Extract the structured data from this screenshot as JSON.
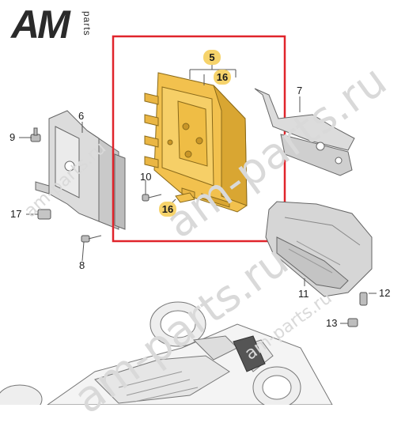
{
  "logo": {
    "brand": "AM",
    "suffix": "parts"
  },
  "watermarks": [
    "am-parts.ru",
    "am-parts.ru",
    "am-parts.ru",
    "am-parts.ru"
  ],
  "callouts": {
    "c5": "5",
    "c16_top": "16",
    "c16_low": "16",
    "c6": "6",
    "c7": "7",
    "c8": "8",
    "c9": "9",
    "c10": "10",
    "c11": "11",
    "c12": "12",
    "c13": "13",
    "c17": "17"
  },
  "colors": {
    "highlight_box": "#e0242b",
    "module_fill": "#f2c14e",
    "module_shadow": "#d9a632",
    "label_highlight": "#f6d36b",
    "line_art": "#555555"
  }
}
